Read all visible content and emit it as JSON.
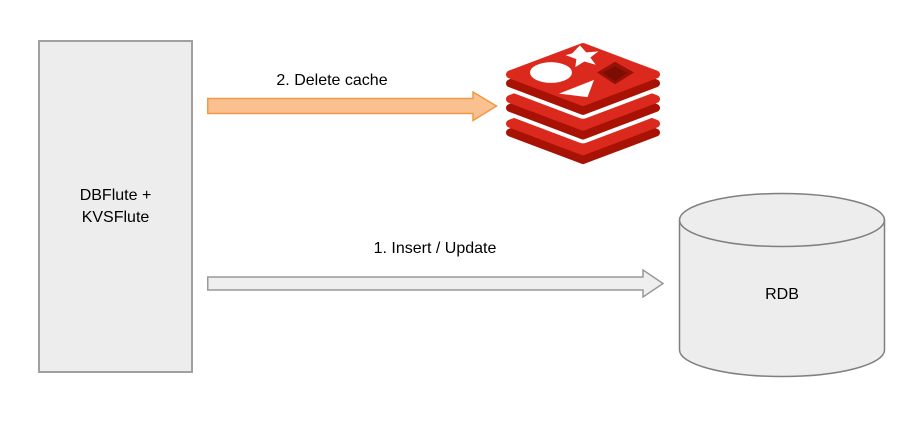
{
  "diagram": {
    "left_node": {
      "line1": "DBFlute +",
      "line2": "KVSFlute"
    },
    "arrows": [
      {
        "label": "2. Delete cache",
        "style": "orange",
        "to": "redis-cache-icon"
      },
      {
        "label": "1. Insert / Update",
        "style": "gray",
        "to": "rdb-cylinder"
      }
    ],
    "redis_icon": "redis-database-icon",
    "rdb_node": {
      "label": "RDB"
    }
  },
  "colors": {
    "text": "#000000",
    "box_fill": "#EDEDED",
    "box_border": "#A0A0A0",
    "cyl_border": "#7F7F7F",
    "arrow_orange_fill": "#FAC090",
    "arrow_orange_stroke": "#EE9A49",
    "arrow_gray_fill": "#EFEFEF",
    "arrow_gray_stroke": "#999999",
    "redis_bright": "#DC291E",
    "redis_dark": "#A81205",
    "hole_outer": "#971106",
    "hole_inner": "#7C0D03"
  }
}
